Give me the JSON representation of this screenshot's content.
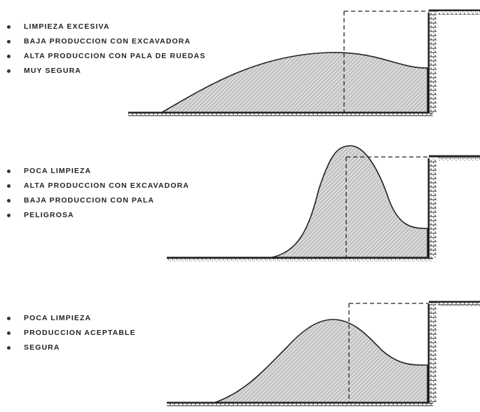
{
  "panels": [
    {
      "bullets": [
        "LIMPIEZA EXCESIVA",
        "BAJA PRODUCCION CON EXCAVADORA",
        "ALTA PRODUCCION CON PALA DE RUEDAS",
        "MUY SEGURA"
      ]
    },
    {
      "bullets": [
        "POCA LIMPIEZA",
        "ALTA PRODUCCION CON EXCAVADORA",
        "BAJA PRODUCCION CON PALA",
        "PELIGROSA"
      ]
    },
    {
      "bullets": [
        "POCA LIMPIEZA",
        "PRODUCCION ACEPTABLE",
        "SEGURA"
      ]
    }
  ],
  "colors": {
    "ink": "#222222",
    "fill": "#cfcfcf"
  }
}
